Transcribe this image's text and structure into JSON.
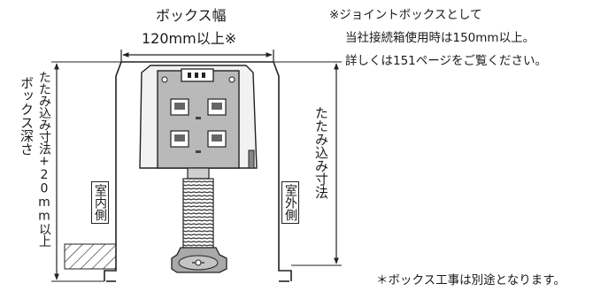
{
  "dims": {
    "box_width_title": "ボックス幅",
    "box_width_value": "120mm以上※",
    "depth_line1": "ボックス深さ",
    "depth_line2": "たたみ込み寸法+20mm以上",
    "fold_dim": "たたみ込み寸法"
  },
  "sides": {
    "indoor": "室内側",
    "outdoor": "室外側"
  },
  "notes": {
    "line1": "※ジョイントボックスとして",
    "line2": "当社接続箱使用時は150mm以上。",
    "line3": "詳しくは151ページをご覧ください。",
    "footer": "＊ボックス工事は別途となります。"
  }
}
